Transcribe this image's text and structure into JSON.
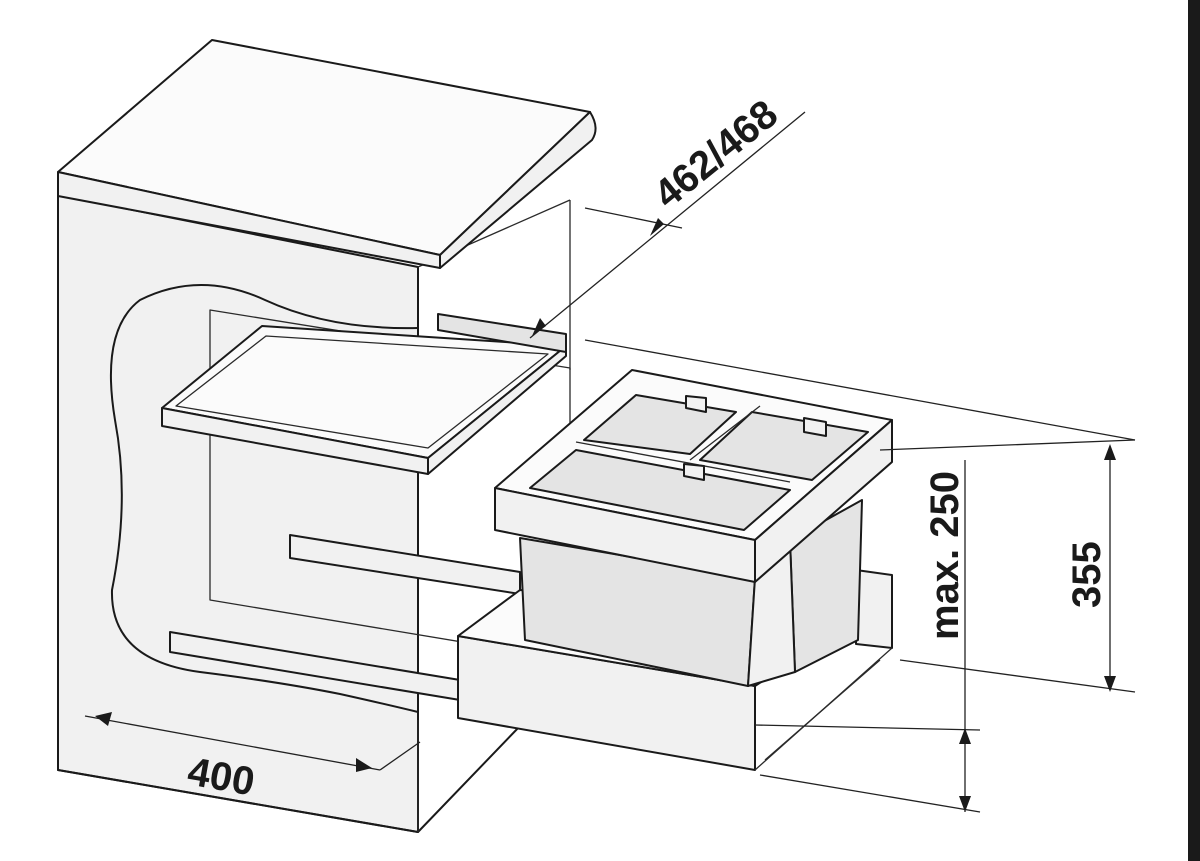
{
  "colors": {
    "line": "#1a1a1a",
    "face_light": "#f1f1f1",
    "face_mid": "#e4e4e4",
    "background": "#ffffff"
  },
  "dimensions": {
    "depth": "462/468",
    "height_total": "355",
    "height_bin": "max. 250",
    "width": "400"
  }
}
